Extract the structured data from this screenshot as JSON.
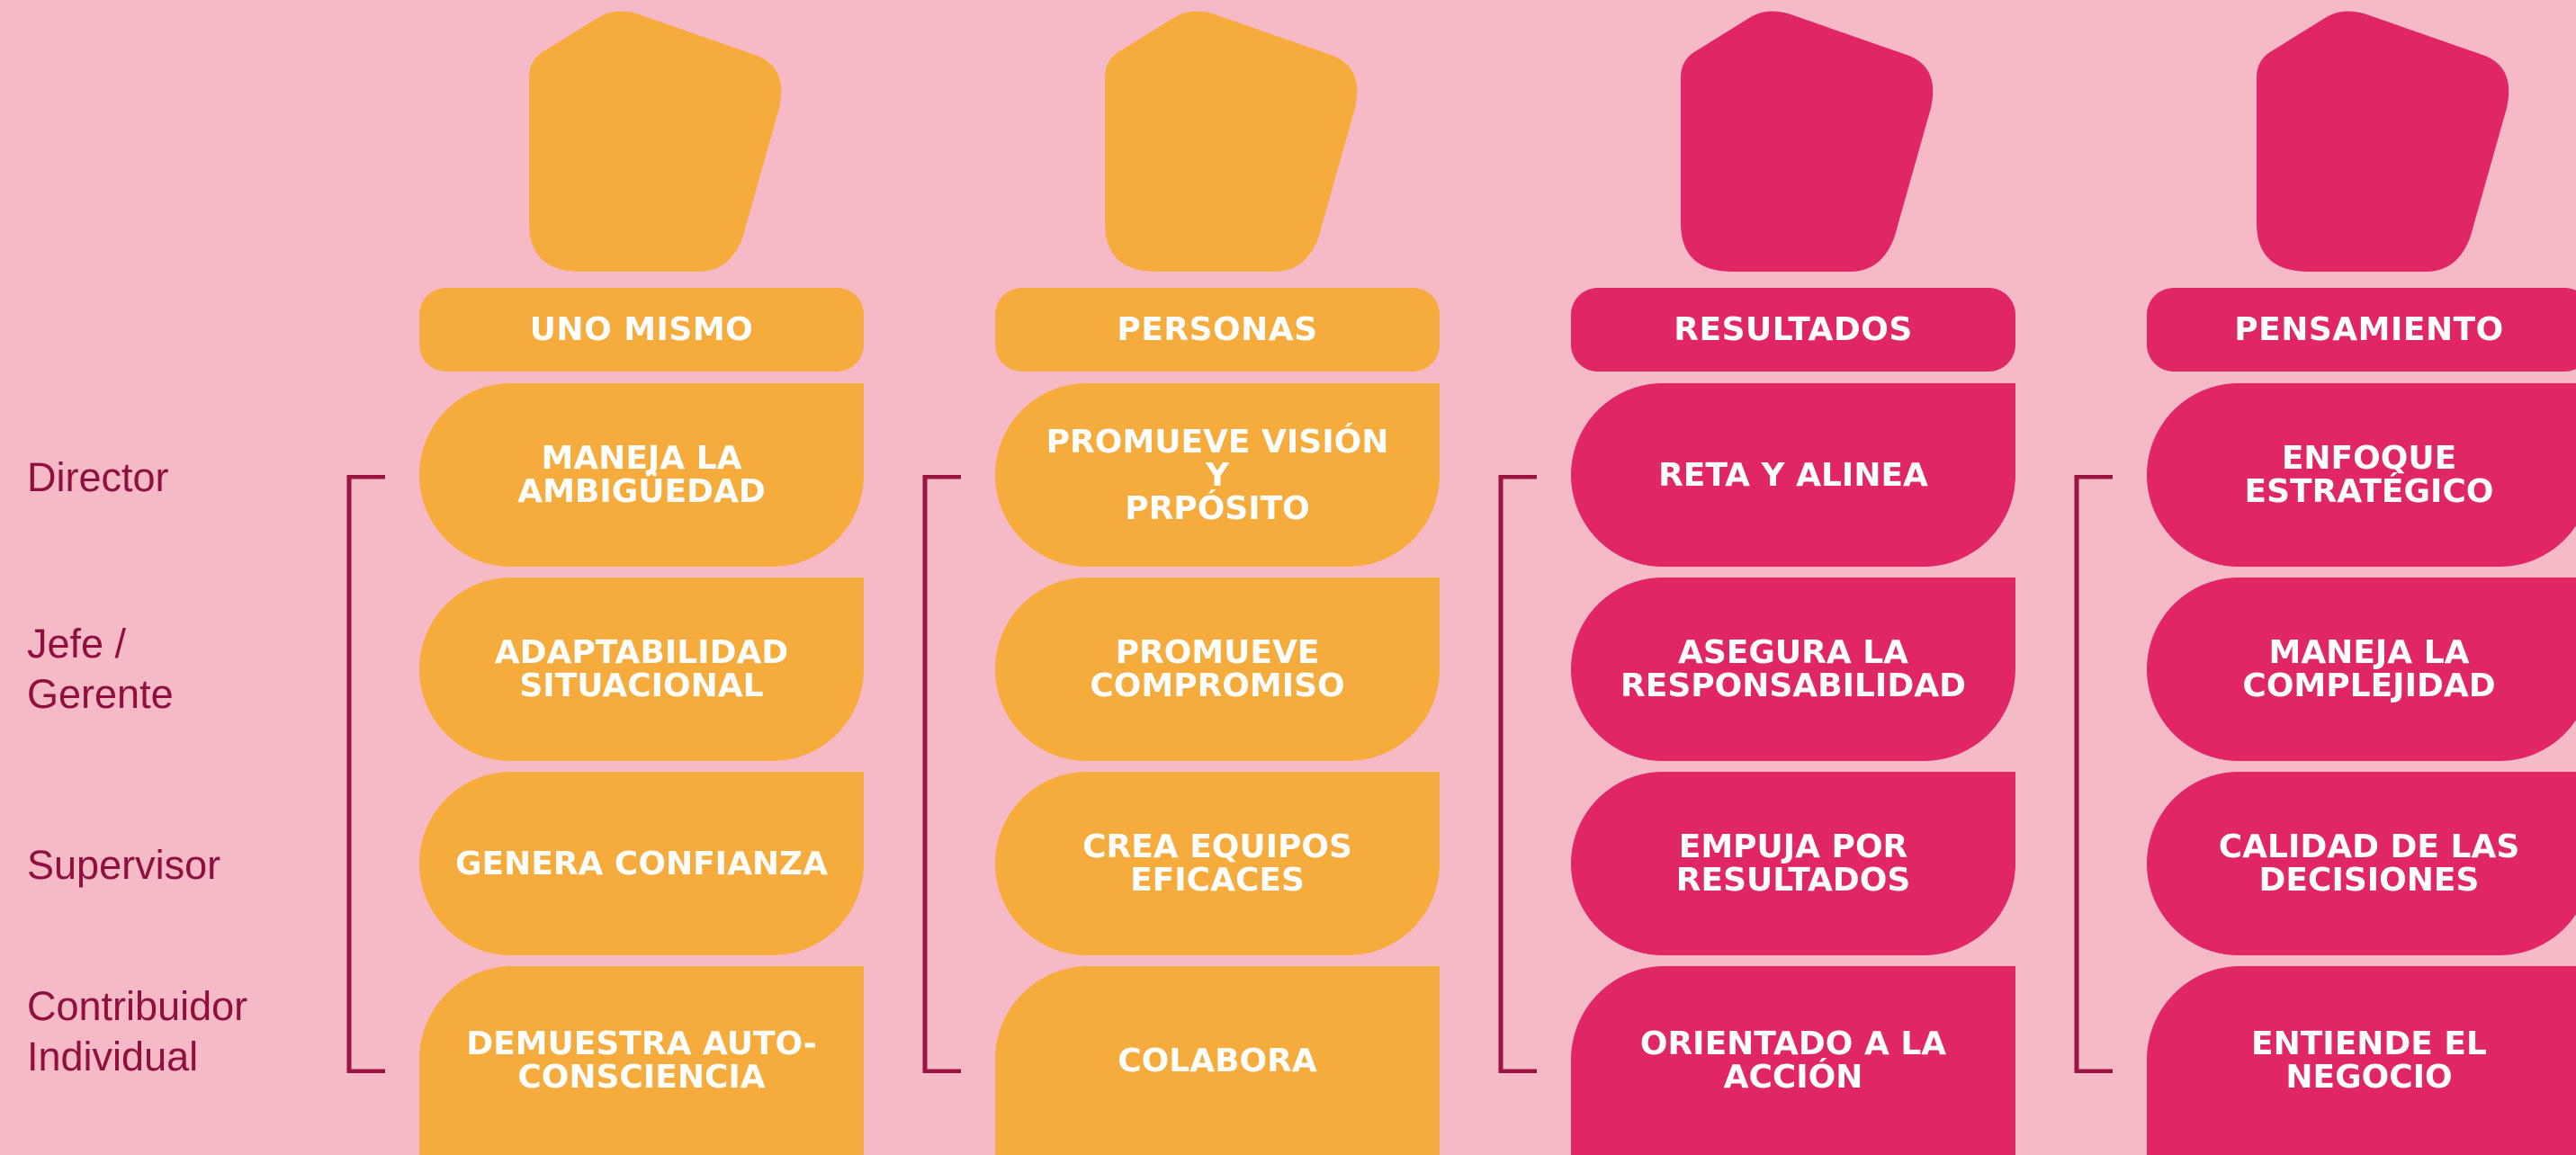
{
  "colors": {
    "background": "#f5bac6",
    "orange": "#f6ac3c",
    "pink": "#e12665",
    "label_text": "#8f0f3e",
    "bracket": "#9c1240"
  },
  "levels": [
    "Director",
    "Jefe /\nGerente",
    "Supervisor",
    "Contribuidor\nIndividual"
  ],
  "columns": [
    {
      "title": "UNO MISMO",
      "color": "orange",
      "items": [
        "MANEJA LA\nAMBIGÜEDAD",
        "ADAPTABILIDAD\nSITUACIONAL",
        "GENERA CONFIANZA",
        "DEMUESTRA AUTO-\nCONSCIENCIA"
      ]
    },
    {
      "title": "PERSONAS",
      "color": "orange",
      "items": [
        "PROMUEVE VISIÓN Y\nPRPÓSITO",
        "PROMUEVE\nCOMPROMISO",
        "CREA EQUIPOS\nEFICACES",
        "COLABORA"
      ]
    },
    {
      "title": "RESULTADOS",
      "color": "pink",
      "items": [
        "RETA Y ALINEA",
        "ASEGURA LA\nRESPONSABILIDAD",
        "EMPUJA POR\nRESULTADOS",
        "ORIENTADO A LA\nACCIÓN"
      ]
    },
    {
      "title": "PENSAMIENTO",
      "color": "pink",
      "items": [
        "ENFOQUE\nESTRATÉGICO",
        "MANEJA LA\nCOMPLEJIDAD",
        "CALIDAD DE LAS\nDECISIONES",
        "ENTIENDE EL\nNEGOCIO"
      ]
    }
  ]
}
